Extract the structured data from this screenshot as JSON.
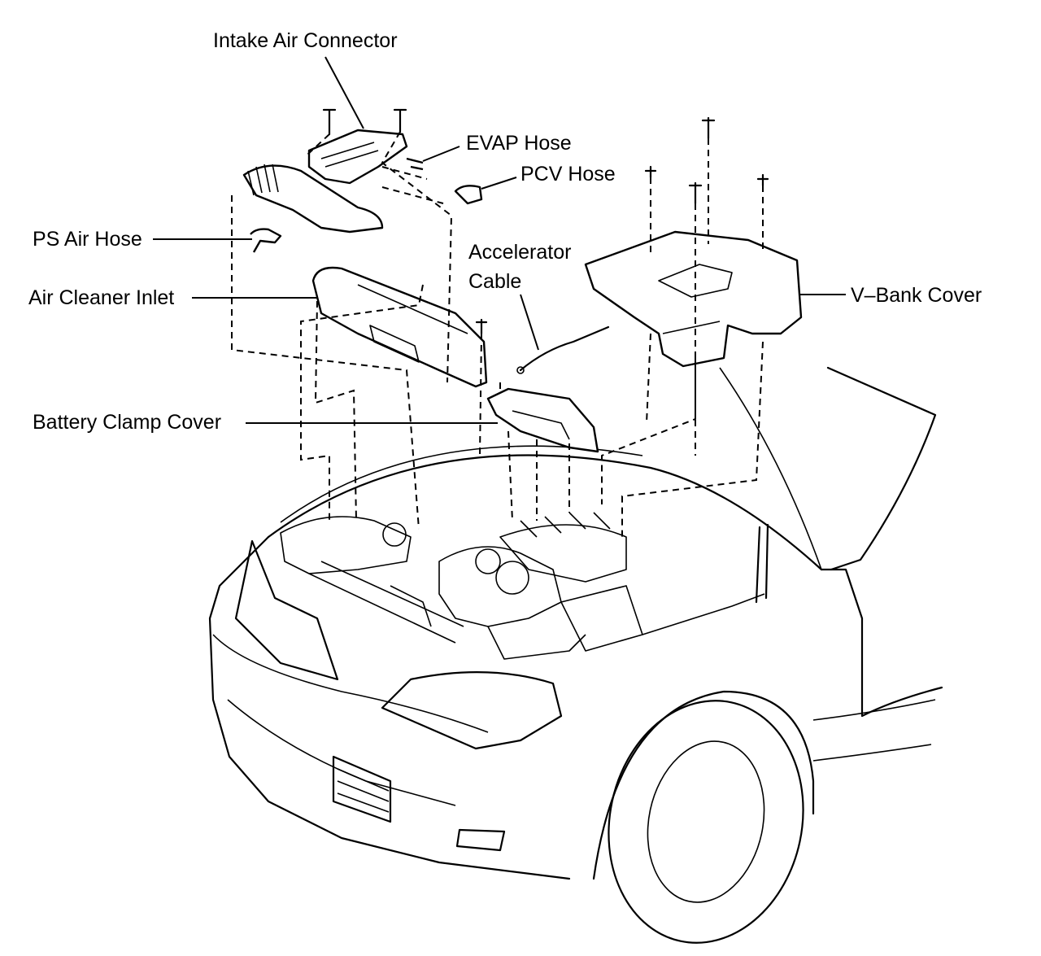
{
  "labels": {
    "intake_air_connector": "Intake Air Connector",
    "evap_hose": "EVAP Hose",
    "pcv_hose": "PCV Hose",
    "ps_air_hose": "PS Air Hose",
    "accelerator_cable_line1": "Accelerator",
    "accelerator_cable_line2": "Cable",
    "air_cleaner_inlet": "Air Cleaner Inlet",
    "v_bank_cover": "V–Bank Cover",
    "battery_clamp_cover": "Battery Clamp Cover"
  },
  "colors": {
    "line": "#000000",
    "background": "#ffffff"
  }
}
